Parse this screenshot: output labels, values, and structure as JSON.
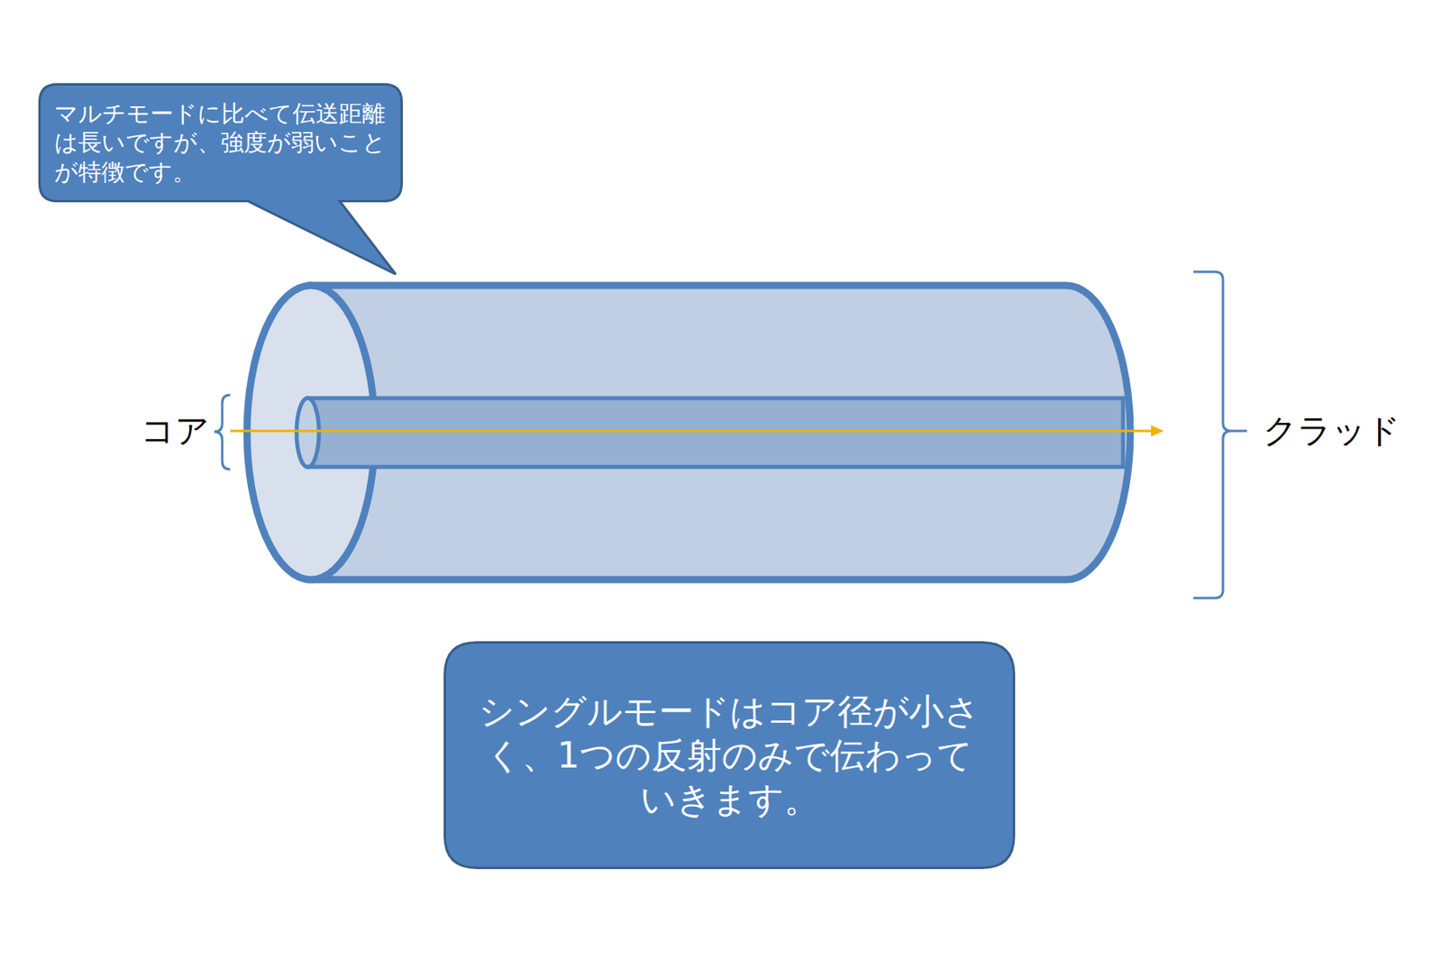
{
  "diagram": {
    "nodes": [
      {
        "text": [
          "マルチモードに比べて伝送距離は長いですが、強度が弱いことが特徴です。"
        ]
      },
      {
        "text": [
          "シングルモードはコア径が小さく、1つの反射のみで伝わっていきます。"
        ]
      }
    ],
    "labels": [
      "コア",
      "クラッド"
    ]
  }
}
